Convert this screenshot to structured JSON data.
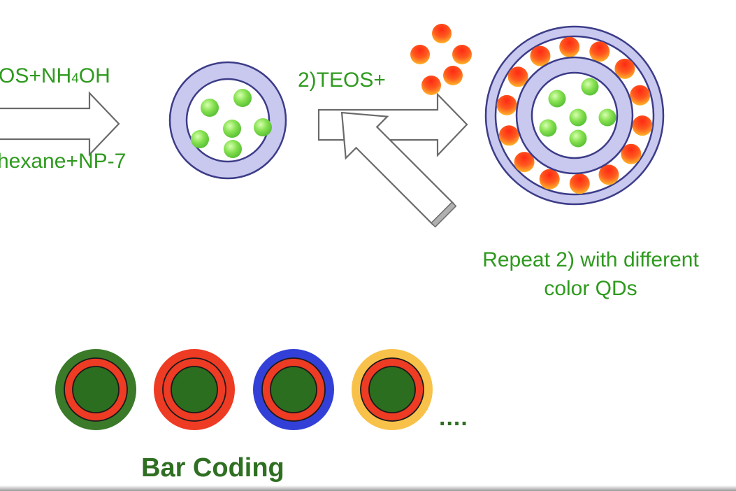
{
  "labels": {
    "step1_top": "OS+NH",
    "step1_top_sub": "4",
    "step1_top_end": "OH",
    "step1_bottom": "hexane+NP-7",
    "step2": "2)TEOS+",
    "repeat_line1": "Repeat 2) with different",
    "repeat_line2": "color QDs",
    "ellipsis": "....",
    "bar_coding": "Bar Coding"
  },
  "colors": {
    "label_green": "#2e9a1e",
    "shell_lavender": "#c9c8ef",
    "shell_outline": "#3c3c88",
    "qd_green": "#84e04e",
    "qd_red": "#ff3a1a",
    "qd_orange": "#ffaa22",
    "core_dark_green": "#2c6e1f",
    "bar_green": "#3a7a28",
    "bar_red": "#ee3b24",
    "bar_blue": "#3240d8",
    "bar_yellow": "#f8c24a"
  },
  "barcodes": [
    {
      "outer": "#3a7a28",
      "middle": "#ee3b24",
      "core": "#2c6e1f"
    },
    {
      "outer": "#ee3b24",
      "middle": "#ee3b24",
      "core": "#2c6e1f"
    },
    {
      "outer": "#3240d8",
      "middle": "#ee3b24",
      "core": "#2c6e1f"
    },
    {
      "outer": "#f8c24a",
      "middle": "#ee3b24",
      "core": "#2c6e1f"
    }
  ]
}
